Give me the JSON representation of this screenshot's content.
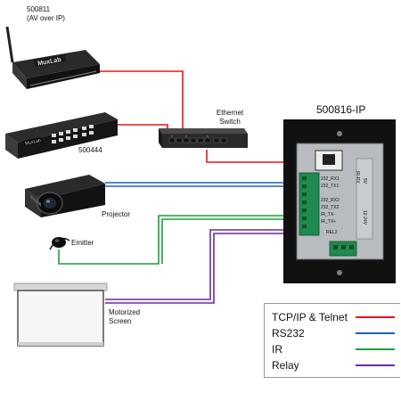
{
  "devices": {
    "av_over_ip": {
      "model": "500811",
      "desc": "(AV over IP)",
      "brand": "MuxLab"
    },
    "matrix": {
      "model": "500444",
      "brand": "MuxLab"
    },
    "switch": {
      "line1": "Ethernet",
      "line2": "Switch"
    },
    "wallplate": {
      "model": "500816-IP"
    },
    "projector": {
      "label": "Projector"
    },
    "emitter": {
      "label": "Emitter"
    },
    "screen": {
      "line1": "Motorized",
      "line2": "Screen"
    }
  },
  "plate_labels": [
    "232_RX1",
    "232_TX1",
    "232_RX2",
    "232_TX2",
    "IR_TX-",
    "IR_TX+",
    "REL2"
  ],
  "plate_side_labels": [
    "IR-RX",
    "5V",
    "12-24V"
  ],
  "legend": [
    {
      "label": "TCP/IP & Telnet",
      "color": "#e8131b"
    },
    {
      "label": "RS232",
      "color": "#1f5fbf"
    },
    {
      "label": "IR",
      "color": "#1b9e3b"
    },
    {
      "label": "Relay",
      "color": "#6a2c9a"
    }
  ]
}
